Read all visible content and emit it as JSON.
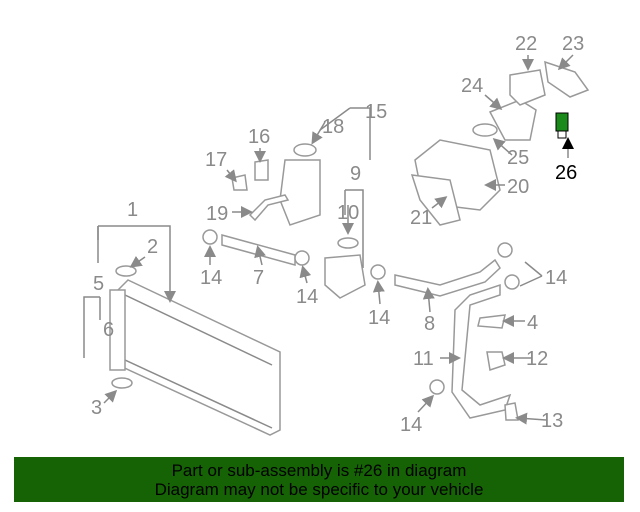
{
  "diagram": {
    "highlight_color": "#1a8a1a",
    "labels": [
      "22",
      "23",
      "24",
      "25",
      "26",
      "20",
      "21",
      "18",
      "15",
      "16",
      "17",
      "19",
      "9",
      "10",
      "1",
      "2",
      "14",
      "7",
      "14",
      "14",
      "8",
      "14",
      "4",
      "12",
      "11",
      "13",
      "14",
      "3",
      "5",
      "6"
    ],
    "highlighted_part": "26"
  },
  "banner": {
    "line1": "Part or sub-assembly is #26 in diagram",
    "line2": "Diagram may not be specific to your vehicle",
    "color": "#166306"
  }
}
